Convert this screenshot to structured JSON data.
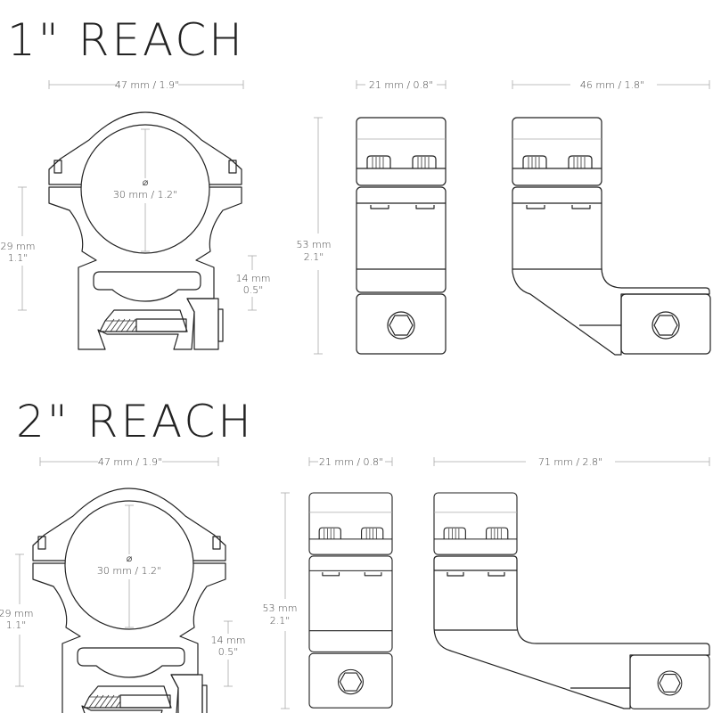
{
  "sections": [
    {
      "title": "1\" REACH",
      "front_width": "47 mm / 1.9\"",
      "diameter_symbol": "⌀",
      "diameter": "30 mm / 1.2\"",
      "center_height_mm": "29 mm",
      "center_height_in": "1.1\"",
      "base_height_mm": "14 mm",
      "base_height_in": "0.5\"",
      "total_height_mm": "53 mm",
      "total_height_in": "2.1\"",
      "side_width": "21 mm / 0.8\"",
      "reach_length": "46 mm / 1.8\""
    },
    {
      "title": "2\" REACH",
      "front_width": "47 mm / 1.9\"",
      "diameter_symbol": "⌀",
      "diameter": "30 mm / 1.2\"",
      "center_height_mm": "29 mm",
      "center_height_in": "1.1\"",
      "base_height_mm": "14 mm",
      "base_height_in": "0.5\"",
      "total_height_mm": "53 mm",
      "total_height_in": "2.1\"",
      "side_width": "21 mm / 0.8\"",
      "reach_length": "71 mm / 2.8\""
    }
  ]
}
